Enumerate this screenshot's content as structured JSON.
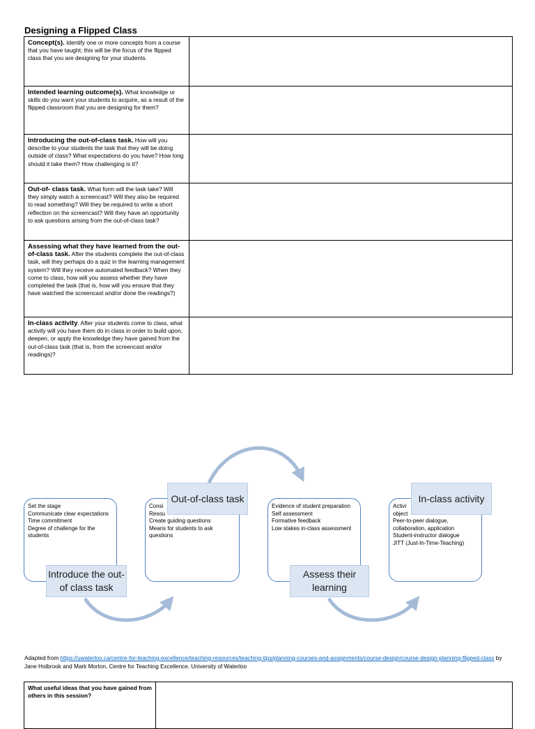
{
  "title": "Designing a Flipped Class",
  "rows": [
    {
      "heading": "Concept(s).",
      "text": " Identify one or more concepts from a course that you have taught; this will be the focus of the flipped class that you are designing for your students."
    },
    {
      "heading": "Intended learning outcome(s).",
      "text": " What knowledge or skills do you want your students to acquire, as a result of the flipped classroom that you are designing for them?"
    },
    {
      "heading": "Introducing the out-of-class task.",
      "text": " How will you describe to your students the task that they will be doing outside of class? What expectations do you have? How long should it take them? How challenging is it?"
    },
    {
      "heading": "Out-of- class task.",
      "text": " What form will the task take? Will they simply watch a screencast? Will they also be required to read something? Will they be required to write a short reflection on the screencast? Will they have an opportunity to ask questions arising from the out-of-class task?"
    },
    {
      "heading": "Assessing what they have learned from the out-of-class task.",
      "text": "  After the students complete the out-of-class task, will they perhaps do a quiz in the learning management system? Will they receive automated feedback? When they come to class, how will you assess whether they have completed the task (that is, how will you ensure that they have watched the screencast and/or done the readings?)"
    },
    {
      "heading": "In-class activity",
      "text": ". After your students come to class, what activity will you have them do in class in order to build upon, deepen, or apply the knowledge they have gained from the out-of-class task (that is, from the screencast and/or readings)?"
    }
  ],
  "diagram": {
    "stages": [
      {
        "label": "Introduce the out-of class task",
        "items": [
          "Set the stage",
          "Communicate clear expectations",
          "Time commitment",
          "Degree of challenge for the students"
        ]
      },
      {
        "label": "Out-of-class task",
        "items": [
          "Consi",
          "Resou",
          "Create guiding questions",
          "Means for students to ask questions"
        ]
      },
      {
        "label": "Assess their learning",
        "items": [
          "Evidence of student preparation",
          "Self assessment",
          "Formative feedback",
          "Low stakes in-class assessment"
        ]
      },
      {
        "label": "In-class activity",
        "items": [
          "Activi",
          "object",
          "Peer-to-peer dialogue, collaboration, application",
          "Student-instructor dialogue",
          "JITT (Just-In-Time-Teaching)"
        ]
      }
    ],
    "accent_color": "#4f81bd",
    "label_fill": "#dce6f2",
    "arrow_color": "#a5bbd8"
  },
  "credit": {
    "prefix": "Adapted from ",
    "link": "https://uwaterloo.ca/centre-for-teaching-excellence/teaching-resources/teaching-tips/planning-courses-and-assignments/course-design/course-design-planning-flipped-class",
    "suffix": " by Jane Holbrook and Mark Morton, Centre for Teaching Excellence, University of Waterloo"
  },
  "session_question": "What useful ideas that you have gained from others in this session?"
}
